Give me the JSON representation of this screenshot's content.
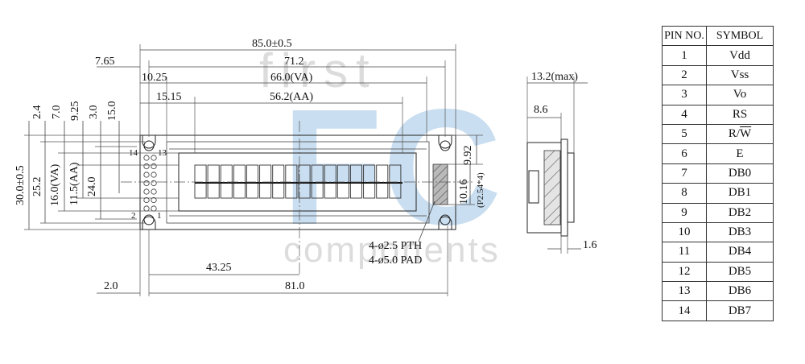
{
  "watermark": {
    "line1": "first",
    "line2": "FC",
    "line3": "components"
  },
  "front_view": {
    "dims": {
      "overall_width": "85.0±0.5",
      "hole_pitch": "71.2",
      "va_width": "66.0(VA)",
      "aa_width": "56.2(AA)",
      "left_to_hole": "7.65",
      "left_to_va": "10.25",
      "left_to_aa": "15.15",
      "overall_height": "30.0±0.5",
      "hole_pitch_v": "25.2",
      "va_height": "16.0(VA)",
      "aa_height": "11.5(AA)",
      "height_24": "24.0",
      "top_2_4": "2.4",
      "top_7_0": "7.0",
      "top_9_25": "9.25",
      "top_3_0": "3.0",
      "top_15_0": "15.0",
      "connector_9_92": "9.92",
      "connector_10_16": "10.16",
      "pitch_note": "(P2.54*4)",
      "center_43_25": "43.25",
      "pcb_81_0": "81.0",
      "offset_2_0": "2.0"
    },
    "pin_labels": {
      "p14": "14",
      "p13": "13",
      "p2": "2",
      "p1": "1"
    },
    "notes": {
      "pth": "4-ø2.5 PTH",
      "pad": "4-ø5.0 PAD"
    }
  },
  "side_view": {
    "dims": {
      "max_thickness": "13.2(max)",
      "depth_8_6": "8.6",
      "pcb_1_6": "1.6"
    }
  },
  "pin_table": {
    "headers": [
      "PIN NO.",
      "SYMBOL"
    ],
    "rows": [
      {
        "pin": "1",
        "symbol": "Vdd"
      },
      {
        "pin": "2",
        "symbol": "Vss"
      },
      {
        "pin": "3",
        "symbol": "Vo"
      },
      {
        "pin": "4",
        "symbol": "RS"
      },
      {
        "pin": "5",
        "symbol": "R/",
        "symbol_overline": "W"
      },
      {
        "pin": "6",
        "symbol": "E"
      },
      {
        "pin": "7",
        "symbol": "DB0"
      },
      {
        "pin": "8",
        "symbol": "DB1"
      },
      {
        "pin": "9",
        "symbol": "DB2"
      },
      {
        "pin": "10",
        "symbol": "DB3"
      },
      {
        "pin": "11",
        "symbol": "DB4"
      },
      {
        "pin": "12",
        "symbol": "DB5"
      },
      {
        "pin": "13",
        "symbol": "DB6"
      },
      {
        "pin": "14",
        "symbol": "DB7"
      }
    ]
  }
}
